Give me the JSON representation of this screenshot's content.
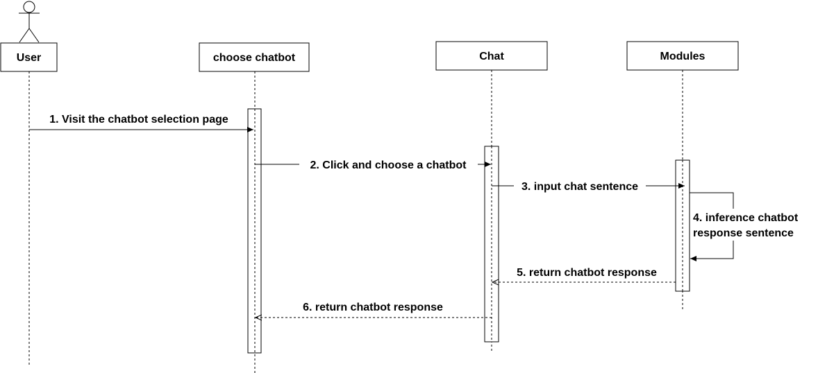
{
  "participants": {
    "user": {
      "label": "User"
    },
    "choose_chatbot": {
      "label": "choose chatbot"
    },
    "chat": {
      "label": "Chat"
    },
    "modules": {
      "label": "Modules"
    }
  },
  "messages": [
    {
      "label": "1. Visit the chatbot selection page",
      "from": "User",
      "to": "choose chatbot",
      "kind": "sync"
    },
    {
      "label": "2. Click and choose a chatbot",
      "from": "choose chatbot",
      "to": "Chat",
      "kind": "sync"
    },
    {
      "label": "3. input chat sentence",
      "from": "Chat",
      "to": "Modules",
      "kind": "sync"
    },
    {
      "label_lines": [
        "4. inference chatbot",
        "response sentence"
      ],
      "from": "Modules",
      "to": "Modules",
      "kind": "self"
    },
    {
      "label": "5. return chatbot response",
      "from": "Modules",
      "to": "Chat",
      "kind": "return"
    },
    {
      "label": "6. return chatbot response",
      "from": "Chat",
      "to": "choose chatbot",
      "kind": "return"
    }
  ]
}
